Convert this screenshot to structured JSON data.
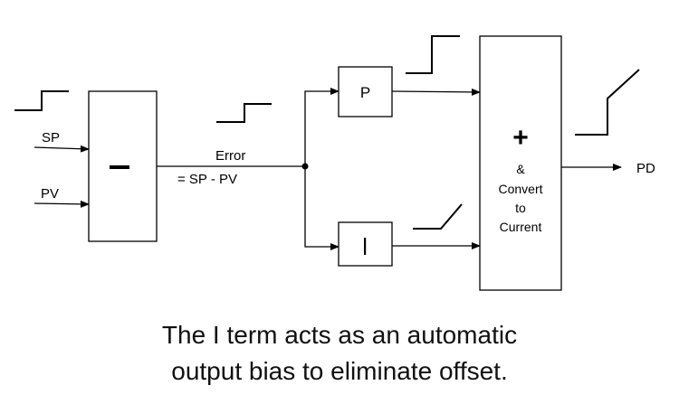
{
  "diagram": {
    "inputs": {
      "sp_label": "SP",
      "pv_label": "PV"
    },
    "subtract_block": {
      "symbol": "—"
    },
    "error_signal": {
      "label_line1": "Error",
      "label_line2": "= SP - PV"
    },
    "p_block": {
      "label": "P"
    },
    "i_block": {
      "label": "I"
    },
    "sum_block": {
      "symbol": "+",
      "line1": "&",
      "line2": "Convert",
      "line3": "to",
      "line4": "Current"
    },
    "output": {
      "label": "PD"
    },
    "waveforms": {
      "setpoint": "step",
      "error": "step",
      "p_output": "step",
      "i_output": "ramp",
      "controller_output": "step-plus-ramp"
    },
    "colors": {
      "line": "#000000",
      "background": "#ffffff"
    }
  },
  "caption": {
    "line1": "The I term acts as an automatic",
    "line2": "output bias to eliminate offset."
  }
}
